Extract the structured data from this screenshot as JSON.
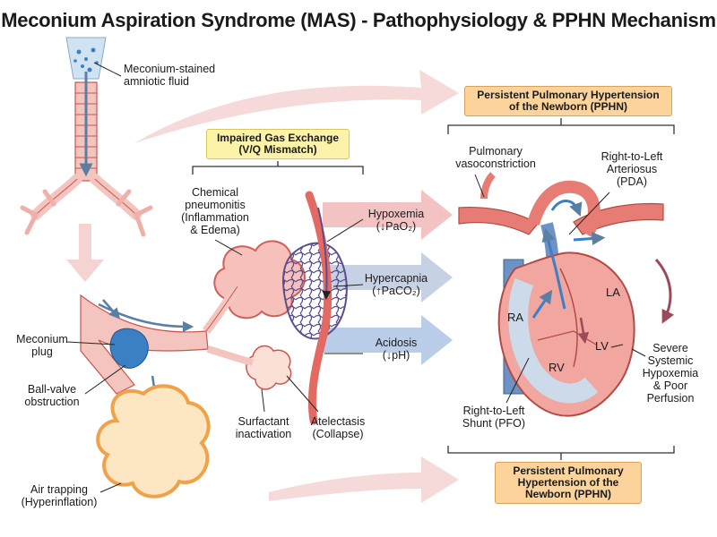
{
  "title": "Meconium Aspiration Syndrome (MAS) - Pathophysiology & PPHN Mechanism",
  "labels": {
    "meconium_fluid": [
      "Meconium-stained",
      "amniotic fluid"
    ],
    "impaired_gas": [
      "Impaired Gas Exchange",
      "(V/Q Mismatch)"
    ],
    "pphn_top": [
      "Persistent Pulmonary Hypertension",
      "of the Newborn (PPHN)"
    ],
    "pphn_bottom": [
      "Persistent Pulmonary",
      "Hypertension of the",
      "Newborn (PPHN)"
    ],
    "chemical": [
      "Chemical",
      "pneumonitis",
      "(Inflammation",
      "& Edema)"
    ],
    "hypoxemia": [
      "Hypoxemia",
      "(↓PaO₂)"
    ],
    "hypercapnia": [
      "Hypercapnia",
      "(↑PaCO₂)"
    ],
    "acidosis": [
      "Acidosis",
      "(↓pH)"
    ],
    "meconium_plug": [
      "Meconium",
      "plug"
    ],
    "ball_valve": [
      "Ball-valve",
      "obstruction"
    ],
    "air_trapping": [
      "Air trapping",
      "(Hyperinflation)"
    ],
    "surfactant": [
      "Surfactant",
      "inactivation"
    ],
    "atelectasis": [
      "Atelectasis",
      "(Collapse)"
    ],
    "pulm_vaso": [
      "Pulmonary",
      "vasoconstriction"
    ],
    "r2l_pda": [
      "Right-to-Left",
      "Arteriosus",
      "(PDA)"
    ],
    "r2l_pfo": [
      "Right-to-Left",
      "Shunt (PFO)"
    ],
    "severe": [
      "Severe",
      "Systemic",
      "Hypoxemia",
      "& Poor",
      "Perfusion"
    ],
    "ra": "RA",
    "rv": "RV",
    "la": "LA",
    "lv": "LV"
  },
  "colors": {
    "airway": "#f2b3ad",
    "airway_stroke": "#c9564f",
    "meconium": "#3b7fc4",
    "flow_arrow": "#f4d2d0",
    "hypoxemia_arrow": "#f3c2c2",
    "hypercapnia_arrow": "#c7d1e4",
    "acidosis_arrow": "#b9cde8",
    "air_trap_fill": "#fde6c2",
    "vein": "#6d93c6",
    "heart_red": "#e77c75",
    "label_yellow": "#fdf3a8",
    "label_orange": "#fbd39b"
  }
}
